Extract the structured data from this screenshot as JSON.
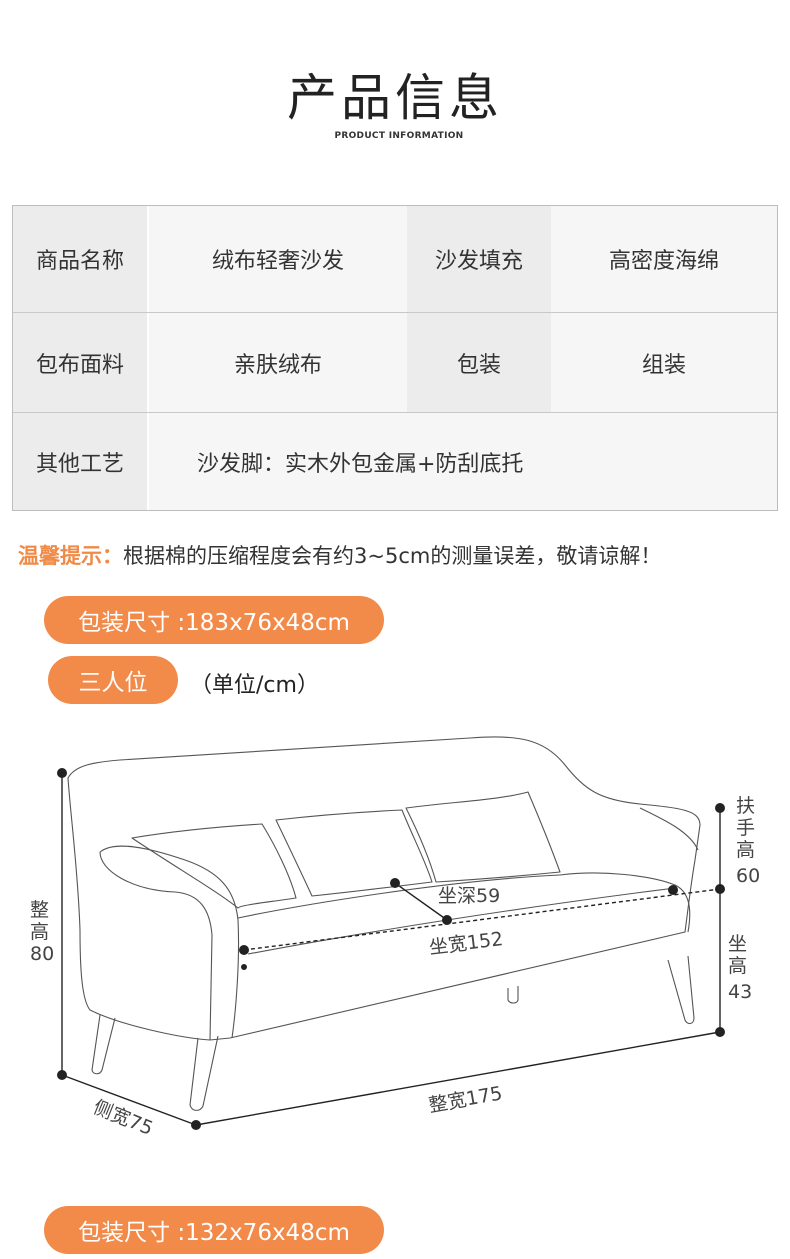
{
  "header": {
    "title": "产品信息",
    "subtitle": "PRODUCT INFORMATION"
  },
  "spec_table": {
    "rows": [
      {
        "label1": "商品名称",
        "value1": "绒布轻奢沙发",
        "label2": "沙发填充",
        "value2": "高密度海绵"
      },
      {
        "label1": "包布面料",
        "value1": "亲肤绒布",
        "label2": "包装",
        "value2": "组装"
      },
      {
        "label1": "其他工艺",
        "value1": "沙发脚：实木外包金属+防刮底托"
      }
    ]
  },
  "tip": {
    "prefix": "温馨提示：",
    "text": "根据棉的压缩程度会有约3~5cm的测量误差，敬请谅解！"
  },
  "package_1": "包装尺寸 :183x76x48cm",
  "seat_type": "三人位",
  "unit_note": "（单位/cm）",
  "dimensions": {
    "height_char1": "整",
    "height_char2": "高",
    "height_value": "80",
    "armrest_char1": "扶",
    "armrest_char2": "手",
    "armrest_char3": "高",
    "armrest_value": "60",
    "seat_height_char1": "坐",
    "seat_height_char2": "高",
    "seat_height_value": "43",
    "seat_depth": "坐深59",
    "seat_width": "坐宽152",
    "total_width": "整宽175",
    "side_width": "侧宽75"
  },
  "package_2": "包装尺寸 :132x76x48cm",
  "colors": {
    "accent": "#f28a4a",
    "accent_text": "#f08a47",
    "label_bg": "#ececec",
    "value_bg": "#f6f6f6"
  }
}
